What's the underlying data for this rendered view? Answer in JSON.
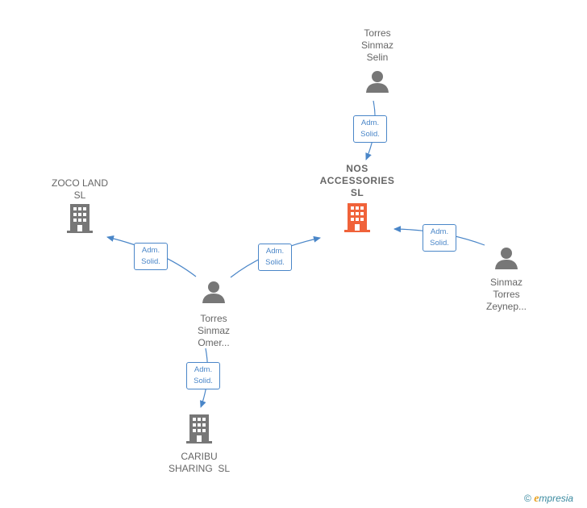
{
  "nodes": {
    "nos": [
      "NOS",
      "ACCESSORIES",
      "SL"
    ],
    "zoco": [
      "ZOCO LAND",
      "SL"
    ],
    "caribu": [
      "CARIBU",
      "SHARING  SL"
    ],
    "selin": [
      "Torres",
      "Sinmaz",
      "Selin"
    ],
    "omer": [
      "Torres",
      "Sinmaz",
      "Omer..."
    ],
    "zeynep": [
      "Sinmaz",
      "Torres",
      "Zeynep..."
    ]
  },
  "edge_label": [
    "Adm.",
    "Solid."
  ],
  "footer": {
    "copyright": "©",
    "brand_initial": "e",
    "brand_rest": "mpresia"
  },
  "colors": {
    "main_company": "#f0623a",
    "company": "#777777",
    "person": "#777777",
    "edge": "#4a86c8"
  }
}
